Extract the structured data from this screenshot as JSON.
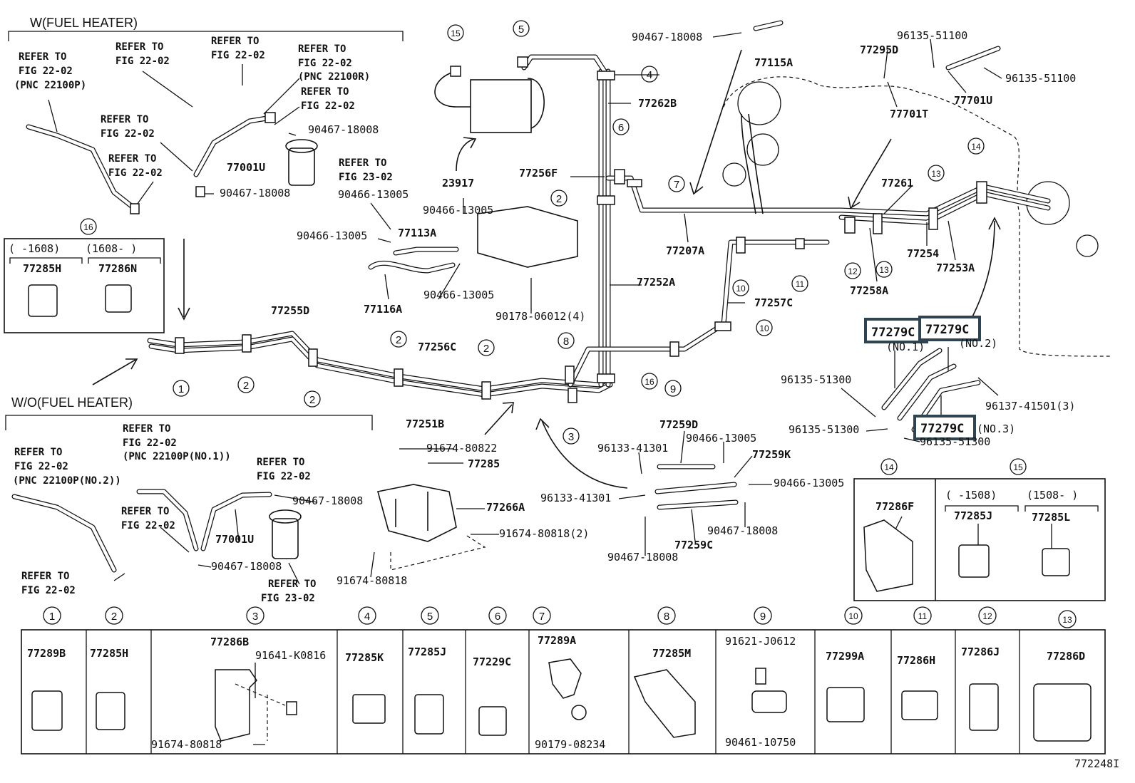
{
  "sections": {
    "with_heater": "W(FUEL HEATER)",
    "without_heater": "W/O(FUEL HEATER)"
  },
  "refer": {
    "refer_to": "REFER TO",
    "fig_22_02": "FIG 22-02",
    "fig_23_02": "FIG 23-02",
    "pnc_22100p": "(PNC 22100P)",
    "pnc_22100r": "(PNC 22100R)",
    "pnc_no1": "(PNC 22100P(NO.1))",
    "pnc_no2": "(PNC 22100P(NO.2))"
  },
  "callouts": [
    "1",
    "2",
    "3",
    "4",
    "5",
    "6",
    "7",
    "8",
    "9",
    "10",
    "11",
    "12",
    "13",
    "14",
    "15",
    "16"
  ],
  "ranges": [
    "(     -1608)",
    "(1608-     )",
    "(     -1508)",
    "(1508-     )"
  ],
  "hose_numbers": [
    "(NO.1)",
    "(NO.2)",
    "(NO.3)"
  ],
  "parts": [
    "90467-18008",
    "77001U",
    "90467-18008",
    "90466-13005",
    "77285H",
    "77286N",
    "77255D",
    "77256C",
    "77251B",
    "23917",
    "90466-13005",
    "90466-13005",
    "77113A",
    "90466-13005",
    "77116A",
    "90178-06012(4)",
    "77256F",
    "77262B",
    "90467-18008",
    "77115A",
    "77207A",
    "77252A",
    "77257C",
    "77261",
    "77254",
    "77253A",
    "77258A",
    "77295D",
    "96135-51100",
    "96135-51100",
    "77701U",
    "77701T",
    "77279C",
    "77279C",
    "77279C",
    "96135-51300",
    "96135-51300",
    "96135-51300",
    "96137-41501(3)",
    "90467-18008",
    "77001U",
    "90467-18008",
    "91674-80822",
    "77285",
    "77266A",
    "91674-80818(2)",
    "91674-80818",
    "77259D",
    "90466-13005",
    "96133-41301",
    "77259K",
    "90466-13005",
    "96133-41301",
    "90467-18008",
    "77259C",
    "90467-18008",
    "77286F",
    "77285J",
    "77285L"
  ],
  "highlight_color": "#2e4450",
  "legend_table": [
    {
      "callout": "1",
      "parts": [
        "77289B"
      ]
    },
    {
      "callout": "2",
      "parts": [
        "77285H"
      ]
    },
    {
      "callout": "3",
      "parts": [
        "77286B",
        "91641-K0816",
        "91674-80818"
      ]
    },
    {
      "callout": "4",
      "parts": [
        "77285K"
      ]
    },
    {
      "callout": "5",
      "parts": [
        "77285J"
      ]
    },
    {
      "callout": "6",
      "parts": [
        "77229C"
      ]
    },
    {
      "callout": "7",
      "parts": [
        "77289A",
        "90179-08234"
      ]
    },
    {
      "callout": "8",
      "parts": [
        "77285M"
      ]
    },
    {
      "callout": "9",
      "parts": [
        "91621-J0612",
        "90461-10750"
      ]
    },
    {
      "callout": "10",
      "parts": [
        "77299A"
      ]
    },
    {
      "callout": "11",
      "parts": [
        "77286H"
      ]
    },
    {
      "callout": "12",
      "parts": [
        "77286J"
      ]
    },
    {
      "callout": "13",
      "parts": [
        "77286D"
      ]
    }
  ],
  "figure_id": "772248I"
}
